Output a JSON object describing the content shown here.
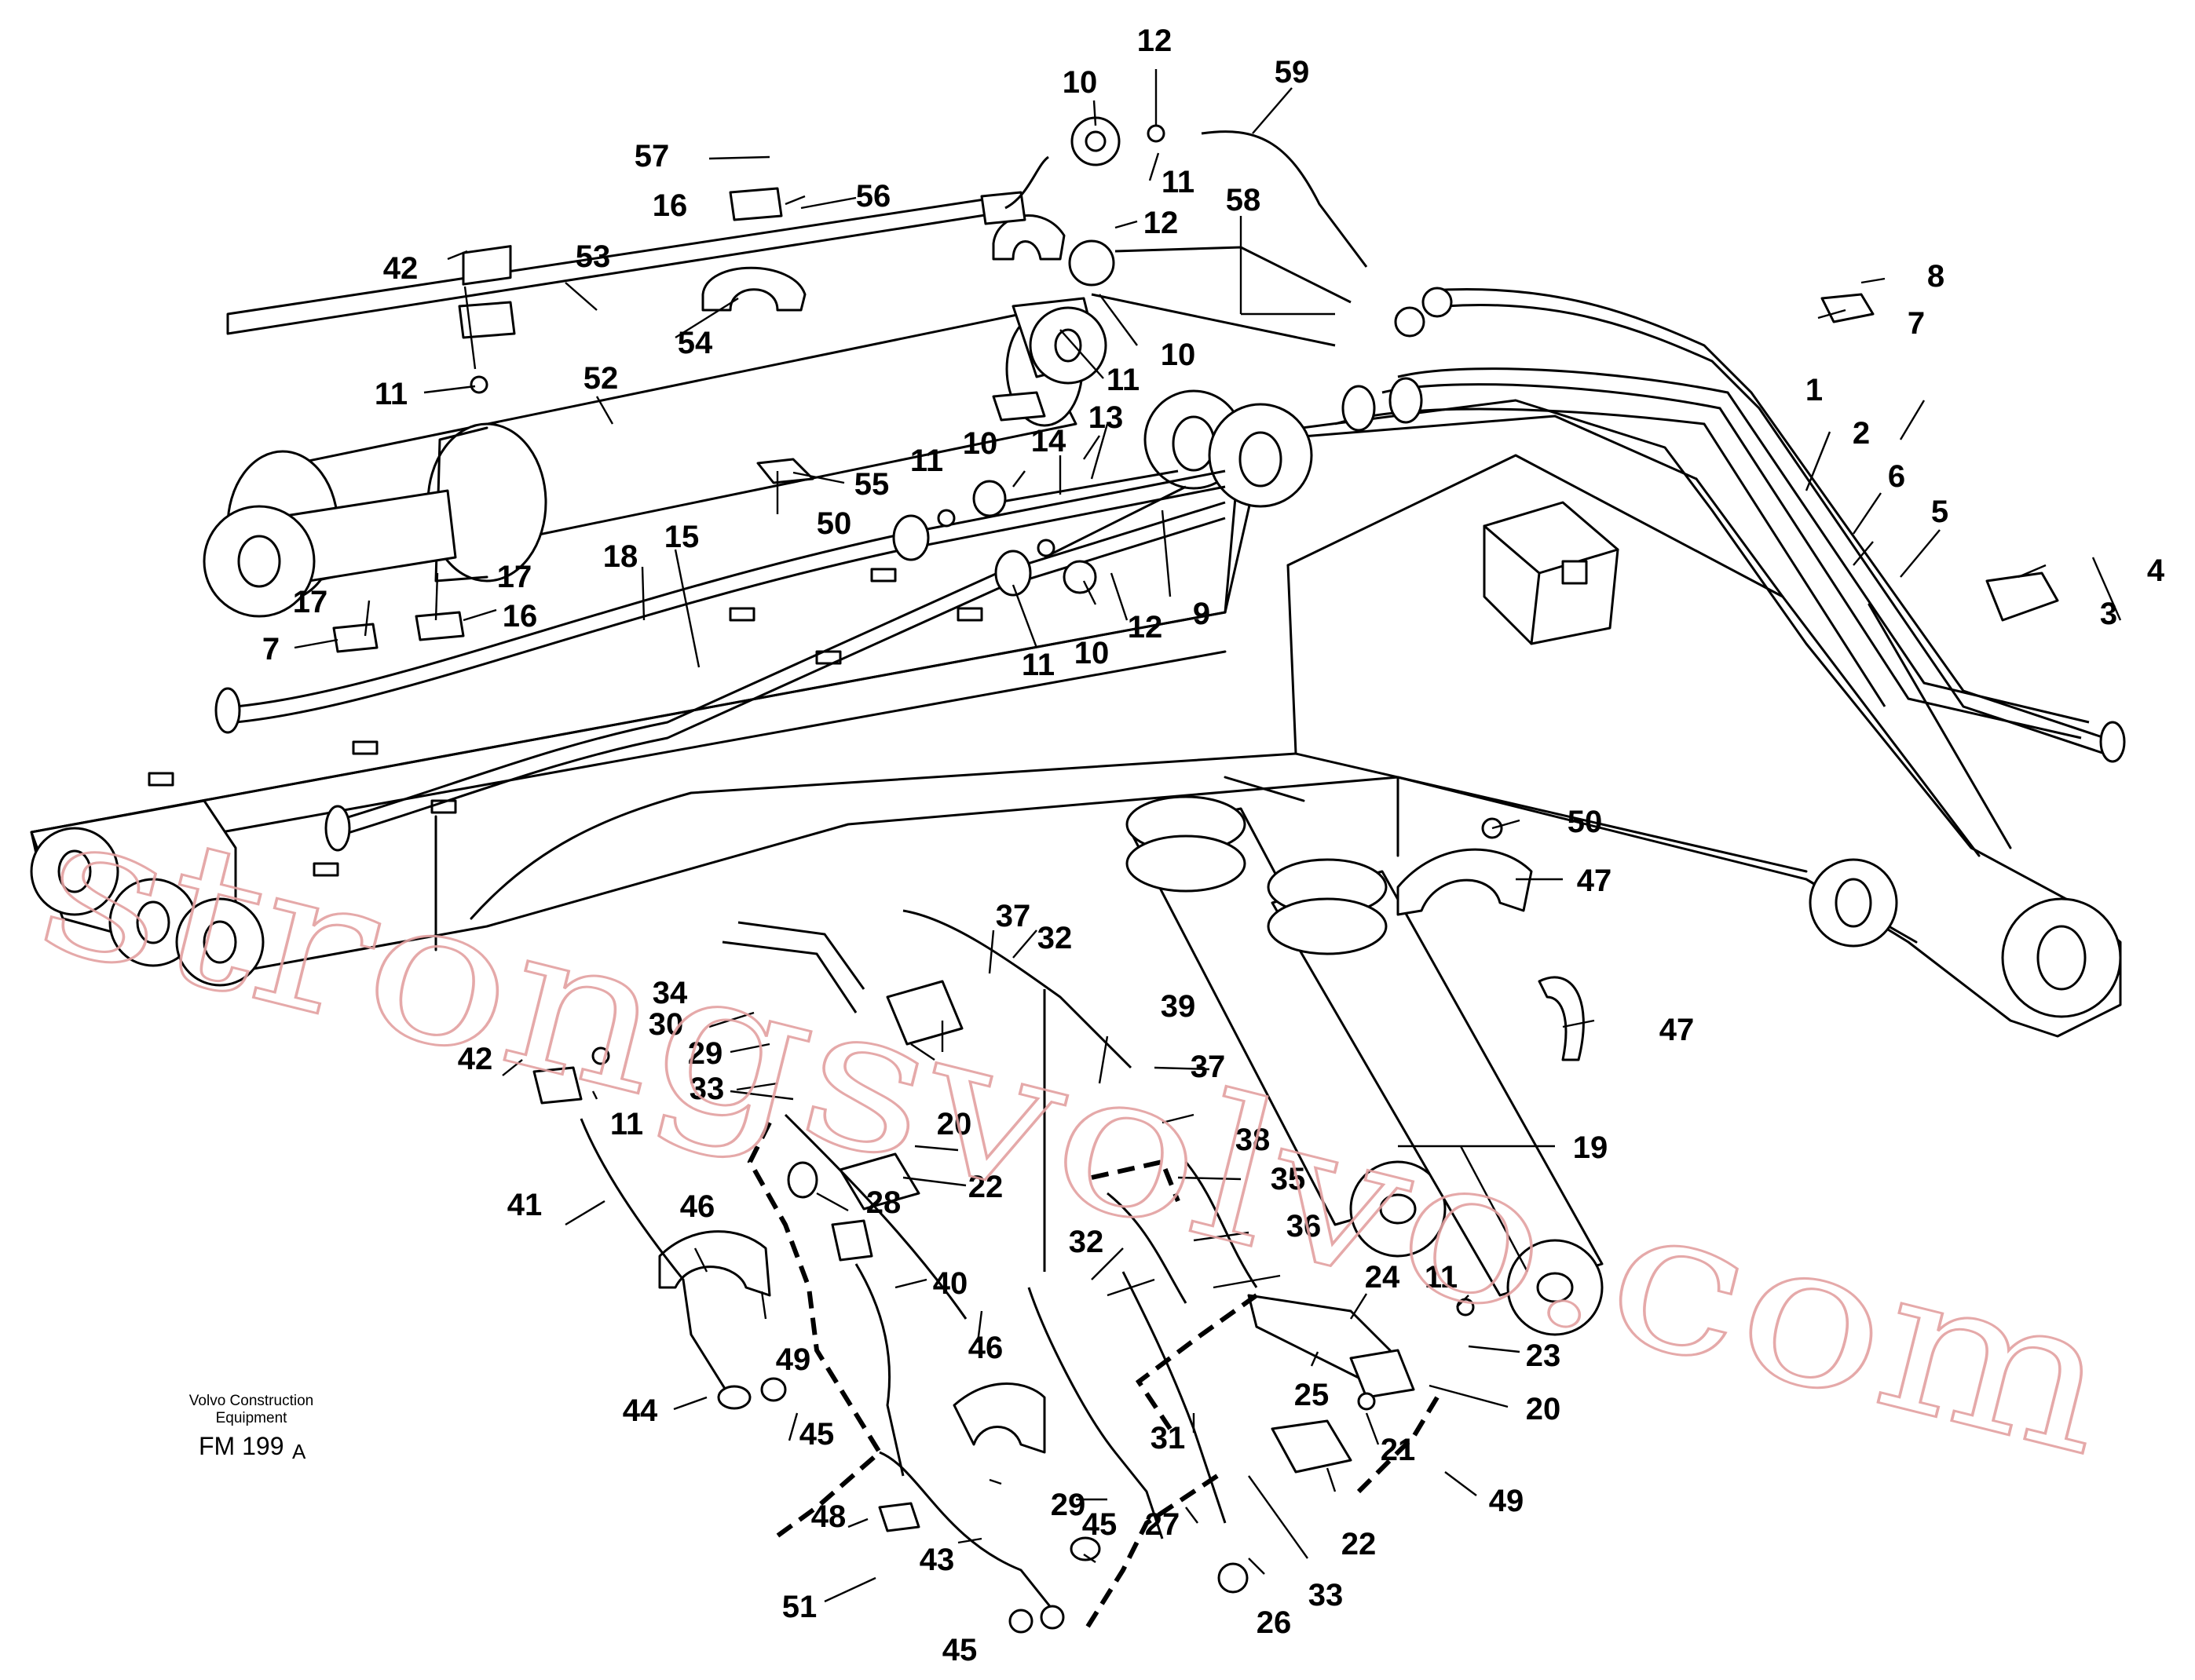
{
  "watermark": "strongsvolvo.com",
  "caption": {
    "brand_line1": "Volvo Construction",
    "brand_line2": "Equipment",
    "figure_code": "FM 199",
    "figure_suffix": "A"
  },
  "callouts": [
    {
      "id": "c1",
      "label": "1"
    },
    {
      "id": "c2",
      "label": "2"
    },
    {
      "id": "c3",
      "label": "3"
    },
    {
      "id": "c4",
      "label": "4"
    },
    {
      "id": "c5",
      "label": "5"
    },
    {
      "id": "c6",
      "label": "6"
    },
    {
      "id": "c7a",
      "label": "7"
    },
    {
      "id": "c7b",
      "label": "7"
    },
    {
      "id": "c8",
      "label": "8"
    },
    {
      "id": "c9",
      "label": "9"
    },
    {
      "id": "c10a",
      "label": "10"
    },
    {
      "id": "c10b",
      "label": "10"
    },
    {
      "id": "c10c",
      "label": "10"
    },
    {
      "id": "c10d",
      "label": "10"
    },
    {
      "id": "c11a",
      "label": "11"
    },
    {
      "id": "c11b",
      "label": "11"
    },
    {
      "id": "c11c",
      "label": "11"
    },
    {
      "id": "c11d",
      "label": "11"
    },
    {
      "id": "c11e",
      "label": "11"
    },
    {
      "id": "c11f",
      "label": "11"
    },
    {
      "id": "c11g",
      "label": "11"
    },
    {
      "id": "c12a",
      "label": "12"
    },
    {
      "id": "c12b",
      "label": "12"
    },
    {
      "id": "c12c",
      "label": "12"
    },
    {
      "id": "c13",
      "label": "13"
    },
    {
      "id": "c14",
      "label": "14"
    },
    {
      "id": "c15",
      "label": "15"
    },
    {
      "id": "c16a",
      "label": "16"
    },
    {
      "id": "c16b",
      "label": "16"
    },
    {
      "id": "c17a",
      "label": "17"
    },
    {
      "id": "c17b",
      "label": "17"
    },
    {
      "id": "c18",
      "label": "18"
    },
    {
      "id": "c19",
      "label": "19"
    },
    {
      "id": "c20a",
      "label": "20"
    },
    {
      "id": "c20b",
      "label": "20"
    },
    {
      "id": "c21",
      "label": "21"
    },
    {
      "id": "c22a",
      "label": "22"
    },
    {
      "id": "c22b",
      "label": "22"
    },
    {
      "id": "c23",
      "label": "23"
    },
    {
      "id": "c24",
      "label": "24"
    },
    {
      "id": "c25",
      "label": "25"
    },
    {
      "id": "c26",
      "label": "26"
    },
    {
      "id": "c27",
      "label": "27"
    },
    {
      "id": "c28",
      "label": "28"
    },
    {
      "id": "c29a",
      "label": "29"
    },
    {
      "id": "c29b",
      "label": "29"
    },
    {
      "id": "c30",
      "label": "30"
    },
    {
      "id": "c31",
      "label": "31"
    },
    {
      "id": "c32a",
      "label": "32"
    },
    {
      "id": "c32b",
      "label": "32"
    },
    {
      "id": "c33a",
      "label": "33"
    },
    {
      "id": "c33b",
      "label": "33"
    },
    {
      "id": "c34",
      "label": "34"
    },
    {
      "id": "c35",
      "label": "35"
    },
    {
      "id": "c36",
      "label": "36"
    },
    {
      "id": "c37a",
      "label": "37"
    },
    {
      "id": "c37b",
      "label": "37"
    },
    {
      "id": "c38",
      "label": "38"
    },
    {
      "id": "c39",
      "label": "39"
    },
    {
      "id": "c40",
      "label": "40"
    },
    {
      "id": "c41",
      "label": "41"
    },
    {
      "id": "c42a",
      "label": "42"
    },
    {
      "id": "c42b",
      "label": "42"
    },
    {
      "id": "c43",
      "label": "43"
    },
    {
      "id": "c44",
      "label": "44"
    },
    {
      "id": "c45a",
      "label": "45"
    },
    {
      "id": "c45b",
      "label": "45"
    },
    {
      "id": "c45c",
      "label": "45"
    },
    {
      "id": "c46a",
      "label": "46"
    },
    {
      "id": "c46b",
      "label": "46"
    },
    {
      "id": "c47a",
      "label": "47"
    },
    {
      "id": "c47b",
      "label": "47"
    },
    {
      "id": "c48",
      "label": "48"
    },
    {
      "id": "c49a",
      "label": "49"
    },
    {
      "id": "c49b",
      "label": "49"
    },
    {
      "id": "c50a",
      "label": "50"
    },
    {
      "id": "c50b",
      "label": "50"
    },
    {
      "id": "c51",
      "label": "51"
    },
    {
      "id": "c52",
      "label": "52"
    },
    {
      "id": "c53",
      "label": "53"
    },
    {
      "id": "c54",
      "label": "54"
    },
    {
      "id": "c55",
      "label": "55"
    },
    {
      "id": "c56",
      "label": "56"
    },
    {
      "id": "c57",
      "label": "57"
    },
    {
      "id": "c58",
      "label": "58"
    },
    {
      "id": "c59",
      "label": "59"
    }
  ]
}
